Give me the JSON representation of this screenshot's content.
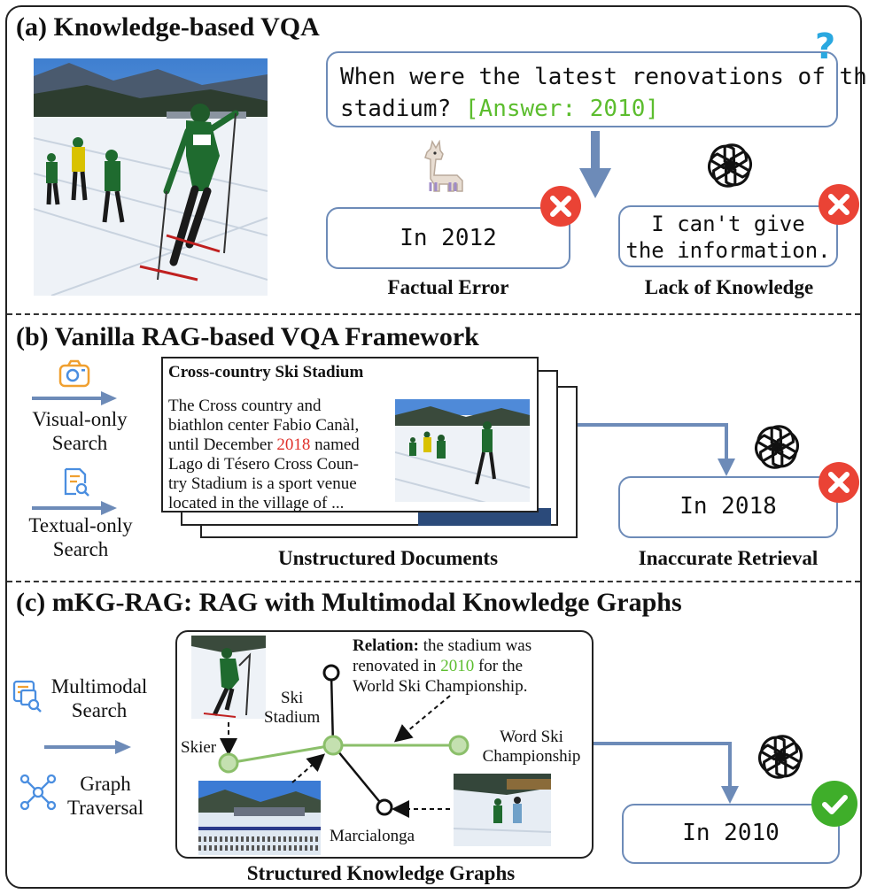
{
  "section_a": {
    "title": "(a) Knowledge-based VQA",
    "question_line1": "When were the latest renovations of this",
    "question_line2": "stadium?",
    "answer_tag": "[Answer: 2010]",
    "question_mark": "?",
    "llama_answer": "In 2012",
    "gpt_answer_line1": "I can't give",
    "gpt_answer_line2": "the information.",
    "caption_left": "Factual Error",
    "caption_right": "Lack of Knowledge"
  },
  "section_b": {
    "title": "(b) Vanilla RAG-based VQA Framework",
    "visual_search_line1": "Visual-only",
    "visual_search_line2": "Search",
    "textual_search_line1": "Textual-only",
    "textual_search_line2": "Search",
    "doc_title": "Cross-country Ski Stadium",
    "doc_lines": [
      "The Cross country and",
      "biathlon center Fabio Canàl,",
      "Lago di Tésero Cross Coun-",
      "try Stadium is a sport venue",
      "located in the village of ..."
    ],
    "doc_line3_prefix": "until December ",
    "doc_line3_year": "2018",
    "doc_line3_suffix": " named",
    "answer": "In 2018",
    "caption_docs": "Unstructured Documents",
    "caption_result": "Inaccurate Retrieval"
  },
  "section_c": {
    "title": "(c) mKG-RAG: RAG with Multimodal Knowledge Graphs",
    "multimodal_line1": "Multimodal",
    "multimodal_line2": "Search",
    "graph_line1": "Graph",
    "graph_line2": "Traversal",
    "relation_label": "Relation:",
    "relation_text1": " the stadium was",
    "relation_text2_prefix": "renovated in ",
    "relation_year": "2010",
    "relation_text2_suffix": " for the",
    "relation_text3": "World Ski Championship.",
    "node_ski_line1": "Ski",
    "node_ski_line2": "Stadium",
    "node_skier": "Skier",
    "node_word_line1": "Word Ski",
    "node_word_line2": "Championship",
    "node_marcialonga": "Marcialonga",
    "answer": "In 2010",
    "caption_graph": "Structured Knowledge Graphs"
  },
  "colors": {
    "box_border": "#6d8bb8",
    "arrow": "#6d8bb8",
    "answer_green": "#5cbd2e",
    "year_red": "#e0302a",
    "error_red": "#ea4335",
    "success_green": "#3fae2a",
    "graph_green": "#8bbf6a",
    "question_blue": "#2aa8e0"
  }
}
